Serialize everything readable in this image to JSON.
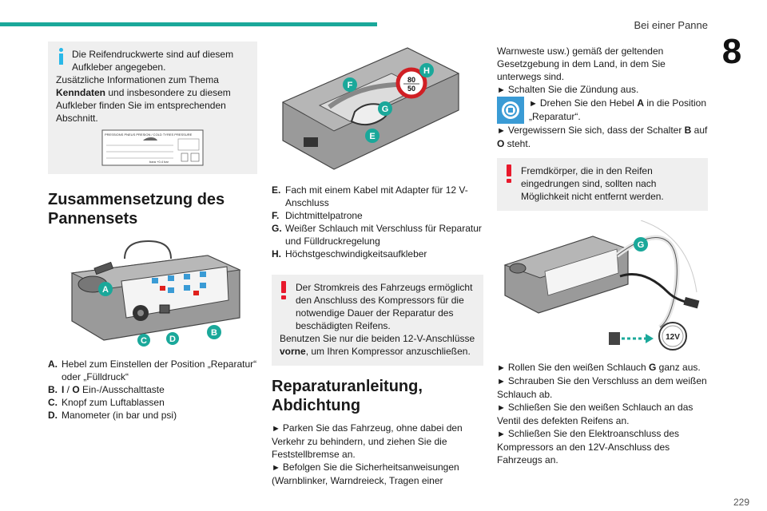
{
  "header": {
    "title": "Bei einer Panne",
    "chapter": "8"
  },
  "col1": {
    "info_lead": "Die Reifendruckwerte sind auf diesem Aufkleber angegeben.",
    "info_rest_1": "Zusätzliche Informationen zum Thema ",
    "info_bold": "Kenndaten",
    "info_rest_2": " und insbesondere zu diesem Aufkleber finden Sie im entsprechenden Abschnitt.",
    "sticker_header": "PRESSIONS PNEUS PRESION / COLD TYRES PRESSURE",
    "sticker_unit": "bara  +0.4 bar",
    "section_title": "Zusammensetzung des Pannensets",
    "callouts": [
      "A",
      "B",
      "C",
      "D"
    ],
    "legend": [
      {
        "key": "A.",
        "text": "Hebel zum Einstellen der Position „Reparatur“ oder „Fülldruck“"
      },
      {
        "key": "B.",
        "text_bold": "I",
        "text_sep": " / ",
        "text_bold2": "O",
        "text": " Ein-/Ausschalttaste"
      },
      {
        "key": "C.",
        "text": "Knopf zum Luftablassen"
      },
      {
        "key": "D.",
        "text": "Manometer (in bar und psi)"
      }
    ]
  },
  "col2": {
    "callouts": [
      "H",
      "F",
      "G",
      "E"
    ],
    "speed_top": "80",
    "speed_bottom": "50",
    "legend": [
      {
        "key": "E.",
        "text": "Fach mit einem Kabel mit Adapter für 12 V-Anschluss"
      },
      {
        "key": "F.",
        "text": "Dichtmittelpatrone"
      },
      {
        "key": "G.",
        "text": "Weißer Schlauch mit Verschluss für Reparatur und Fülldruckregelung"
      },
      {
        "key": "H.",
        "text": "Höchstgeschwindigkeitsaufkleber"
      }
    ],
    "warn_lead": "Der Stromkreis des Fahrzeugs ermöglicht den Anschluss des Kompressors für die notwendige Dauer der Reparatur des beschädigten Reifens.",
    "warn_rest_1": "Benutzen Sie nur die beiden 12-V-Anschlüsse ",
    "warn_bold": "vorne",
    "warn_rest_2": ", um Ihren Kompressor anzuschließen.",
    "section_title": "Reparaturanleitung, Abdichtung",
    "steps": [
      "Parken Sie das Fahrzeug, ohne dabei den Verkehr zu behindern, und ziehen Sie die Feststellbremse an.",
      "Befolgen Sie die Sicherheitsanweisungen (Warnblinker, Warndreieck, Tragen einer"
    ]
  },
  "col3": {
    "cont_text": "Warnweste usw.) gemäß der geltenden Gesetzgebung in dem Land, in dem Sie unterwegs sind.",
    "step_ignition": "Schalten Sie die Zündung aus.",
    "step_lever_1": "Drehen Sie den Hebel ",
    "step_lever_bold": "A",
    "step_lever_2": " in die Position „Reparatur“.",
    "step_switch_1": "Vergewissern Sie sich, dass der Schalter ",
    "step_switch_bold1": "B",
    "step_switch_2": " auf ",
    "step_switch_bold2": "O",
    "step_switch_3": " steht.",
    "warn_text": "Fremdkörper, die in den Reifen eingedrungen sind, sollten nach Möglichkeit nicht entfernt werden.",
    "callout": "G",
    "socket_label": "12V",
    "steps": [
      {
        "pre": "Rollen Sie den weißen Schlauch ",
        "bold": "G",
        "post": " ganz aus."
      },
      {
        "pre": "Schrauben Sie den Verschluss an dem weißen Schlauch ab.",
        "bold": "",
        "post": ""
      },
      {
        "pre": "Schließen Sie den weißen Schlauch an das Ventil des defekten Reifens an.",
        "bold": "",
        "post": ""
      },
      {
        "pre": "Schließen Sie den Elektroanschluss des Kompressors an den 12V-Anschluss des Fahrzeugs an.",
        "bold": "",
        "post": ""
      }
    ]
  },
  "arrow_glyph": "►",
  "page_number": "229",
  "colors": {
    "accent": "#1aa89a",
    "info": "#29b8e8",
    "warn": "#e8192c",
    "note_bg": "#efefef"
  }
}
